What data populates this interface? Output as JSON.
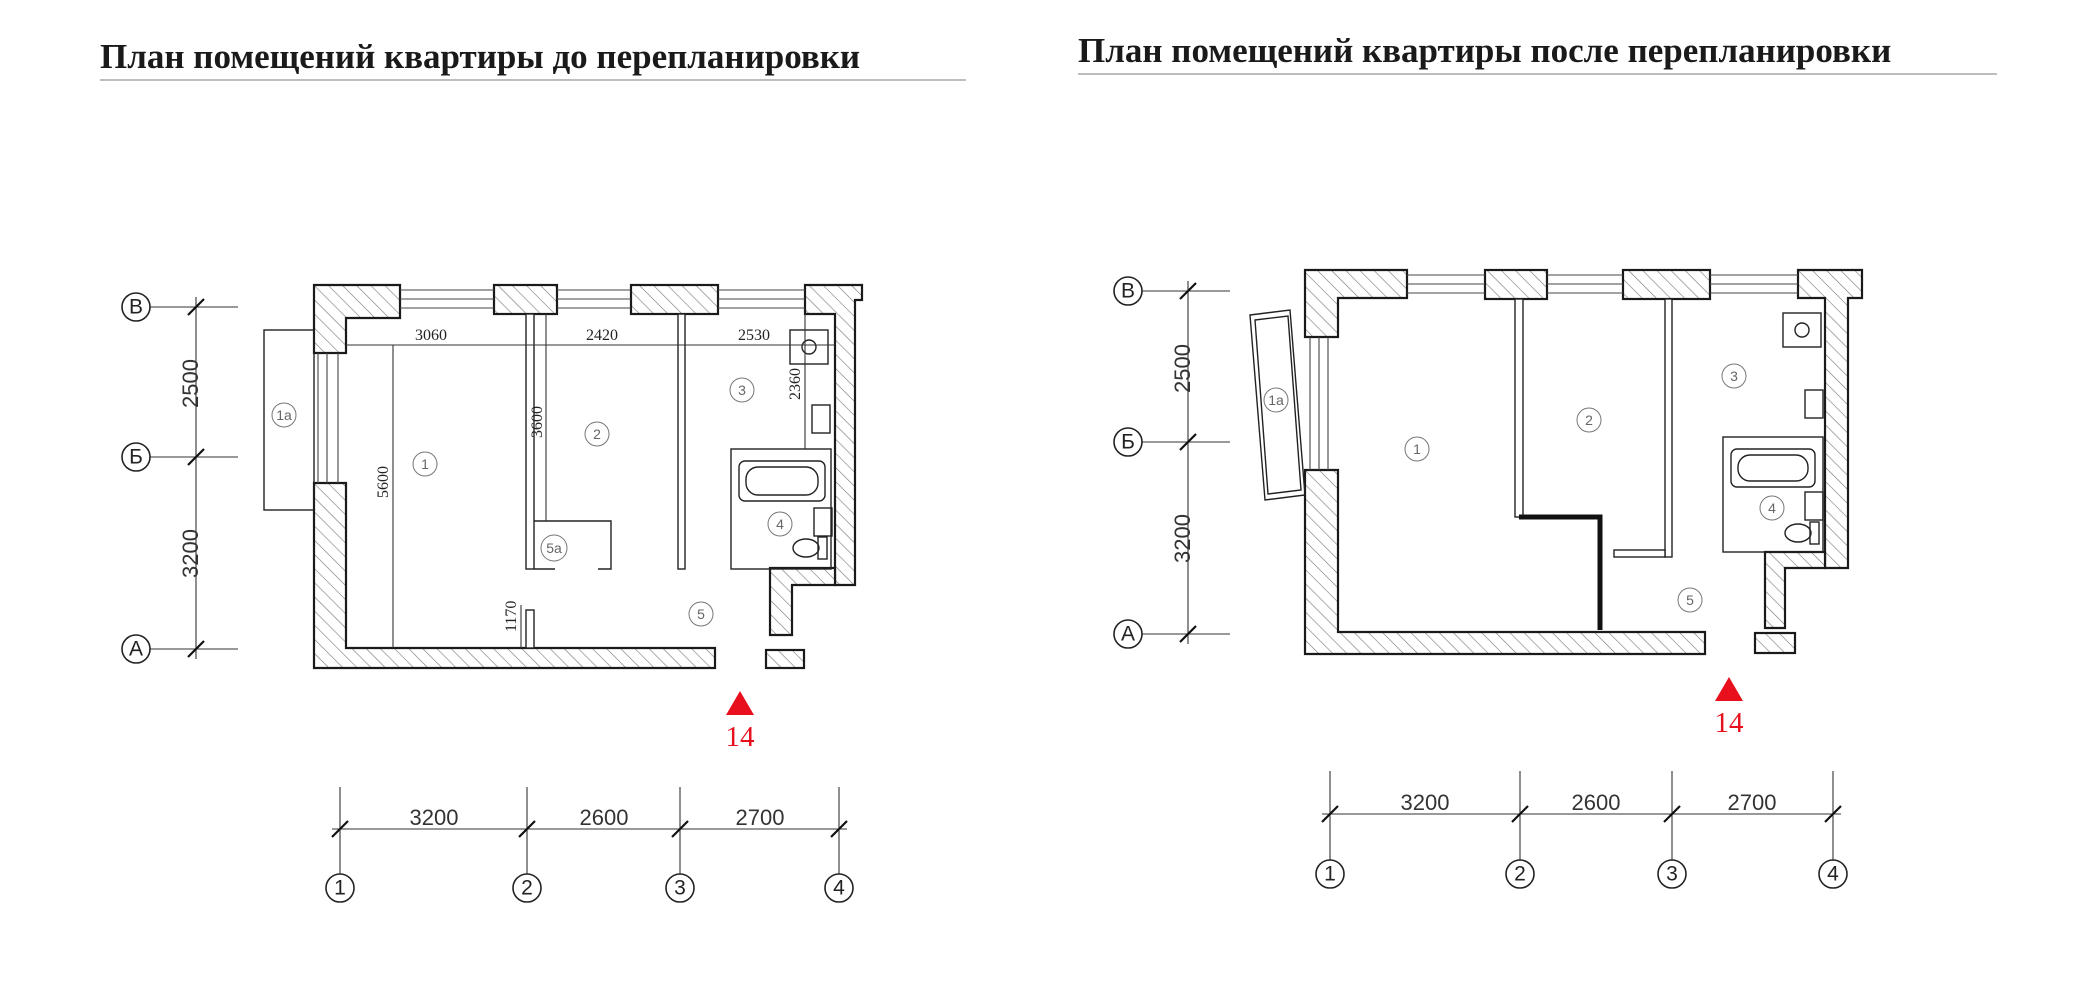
{
  "titles": {
    "before": "План помещений квартиры до перепланировки",
    "after": "План помещений квартиры после перепланировки"
  },
  "before": {
    "row_axes": [
      "В",
      "Б",
      "А"
    ],
    "row_dims": [
      "2500",
      "3200"
    ],
    "col_axes": [
      "1",
      "2",
      "3",
      "4"
    ],
    "col_dims": [
      "3200",
      "2600",
      "2700"
    ],
    "inner_dims": {
      "w1": "3060",
      "w2": "2420",
      "w3": "2530",
      "h1": "5600",
      "h2": "3600",
      "h3": "2360",
      "h4": "1170"
    },
    "rooms": [
      "1а",
      "1",
      "2",
      "3",
      "4",
      "5",
      "5а"
    ],
    "view_marker": "14"
  },
  "after": {
    "row_axes": [
      "В",
      "Б",
      "А"
    ],
    "row_dims": [
      "2500",
      "3200"
    ],
    "col_axes": [
      "1",
      "2",
      "3",
      "4"
    ],
    "col_dims": [
      "3200",
      "2600",
      "2700"
    ],
    "rooms": [
      "1а",
      "1",
      "2",
      "3",
      "4",
      "5"
    ],
    "view_marker": "14"
  },
  "colors": {
    "line": "#1a1a1a",
    "marker": "#e8101c",
    "room_label": "#666666"
  }
}
